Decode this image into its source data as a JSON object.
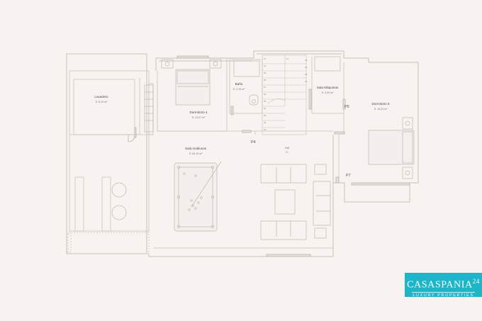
{
  "rooms": {
    "lavadero": {
      "name": "Lavadero",
      "area": "S: 6,19 m²"
    },
    "dormitorio4": {
      "name": "Dormitorio 4",
      "area": "S: 13,07 m²"
    },
    "bano": {
      "name": "Baño",
      "area": "S: 3,78 m²"
    },
    "sala_maquinas": {
      "name": "Sala Máquinas",
      "area": "S: 4,09 m²"
    },
    "dormitorio5": {
      "name": "Dormitorio 5",
      "area": "S: 15,03 m²"
    },
    "sala_multiusos": {
      "name": "Sala multiusos",
      "area": "S: 69,10 m²"
    },
    "hall": {
      "name": "Hall",
      "area": "S:"
    }
  },
  "tags": {
    "p4": "P4",
    "p6": "P6",
    "p7": "P7"
  },
  "stair_steps": [
    "01",
    "02",
    "03",
    "04",
    "05",
    "06",
    "07",
    "08",
    "09",
    "10",
    "11",
    "12",
    "13",
    "14",
    "15",
    "16"
  ],
  "logo": {
    "brand_a": "CASA",
    "brand_b": "SPANIA",
    "brand_num": "24",
    "tagline": "LUXURY PROPERTIES"
  },
  "colors": {
    "background": "#f8f3f0",
    "lines": "#c8c2bd",
    "logo_bg": "#1cb6c8"
  }
}
